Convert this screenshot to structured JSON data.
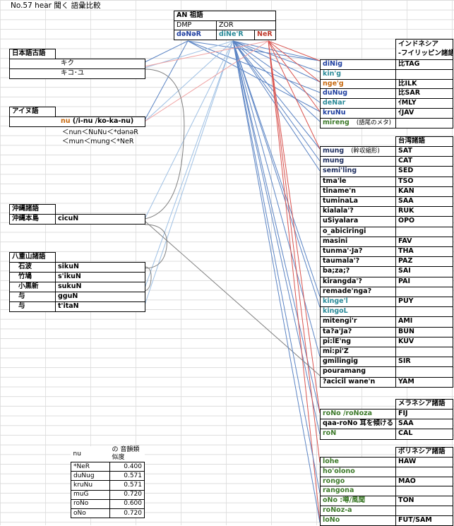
{
  "title": "No.57 hear 聞く  語彙比較",
  "an": {
    "header": "AN 祖語",
    "dmp": "DMP",
    "zor": "ZOR",
    "r1": "dəNəR",
    "r2": "diNe'R",
    "r3": "NeR"
  },
  "jp_old": {
    "label": "日本語古語",
    "w1": "キク",
    "w2": "キコ･ユ"
  },
  "ainu": {
    "label": "アイヌ語",
    "word_hi": "nu",
    "word_rest": " (/i-nu /ko-ka-nu)",
    "note1": "＜nun＜NuNu＜*dənəR",
    "note2": "＜mun＜mung＜*NeR"
  },
  "okinawa": {
    "label": "沖縄諸語",
    "place": "沖縄本島",
    "word": "cicuN"
  },
  "yaeyama": {
    "label": "八重山諸語",
    "rows": [
      {
        "place": "石波",
        "word": "sikuN"
      },
      {
        "place": "竹鳩",
        "word": "s'ikuN"
      },
      {
        "place": "小黒新",
        "word": "sukuN"
      },
      {
        "place": "与",
        "word": "gguN"
      },
      {
        "place": "与",
        "word": "t'itaN"
      }
    ]
  },
  "indo": {
    "label1": "インドネシア",
    "label2": "-フイリッピン諸語",
    "rows": [
      {
        "w": "diNig",
        "code": "比TAG",
        "color": "blue"
      },
      {
        "w": "kin'g",
        "code": "",
        "color": "teal"
      },
      {
        "w": "nge'g",
        "code": "比ILK",
        "color": "orange"
      },
      {
        "w": "duNug",
        "code": "比SAR",
        "color": "blue"
      },
      {
        "w": "deNar",
        "code": "ｲMLY",
        "color": "teal"
      },
      {
        "w": "kruNu",
        "code": "ｲJAV",
        "color": "blue"
      },
      {
        "w": "mireng",
        "code": "",
        "color": "green",
        "note": "(語尾のメタ)"
      }
    ]
  },
  "taiwan": {
    "label": "台湾諸語",
    "rows": [
      {
        "w": "mung",
        "code": "SAT",
        "color": "navy",
        "note": "(幹収縮形)"
      },
      {
        "w": "mung",
        "code": "CAT",
        "color": "navy"
      },
      {
        "w": "semi'ling",
        "code": "SED",
        "color": "navy"
      },
      {
        "w": "tma'le",
        "code": "TSO"
      },
      {
        "w": "tiname'n",
        "code": "KAN"
      },
      {
        "w": "tuminaLa",
        "code": "SAA"
      },
      {
        "w": "kialala'?",
        "code": "RUK"
      },
      {
        "w": "uSiyalara",
        "code": "OPO"
      },
      {
        "w": "o_abiciringi",
        "code": ""
      },
      {
        "w": "masini",
        "code": "FAV"
      },
      {
        "w": "tunma'·Ja?",
        "code": "THA"
      },
      {
        "w": "taumala'?",
        "code": "PAZ"
      },
      {
        "w": "ba;za;?",
        "code": "SAI"
      },
      {
        "w": "kirangda'?",
        "code": "PAI"
      },
      {
        "w": "remade'nga?",
        "code": ""
      },
      {
        "w": "kinge'l",
        "code": "PUY",
        "color": "teal"
      },
      {
        "w": "kingoL",
        "code": "",
        "color": "teal"
      },
      {
        "w": "mitengi'r",
        "code": "AMI"
      },
      {
        "w": "ta?a'Ja?",
        "code": "BUN"
      },
      {
        "w": "pi:lE'ng",
        "code": "KUV"
      },
      {
        "w": "mi:pi'Z",
        "code": ""
      },
      {
        "w": "gmilingig",
        "code": "SIR"
      },
      {
        "w": "pouramang",
        "code": ""
      },
      {
        "w": "?acicil wane'n",
        "code": "YAM"
      }
    ]
  },
  "melanesia": {
    "label": "メラネシア諸語",
    "rows": [
      {
        "w": "roNo /roNoza",
        "code": "FIJ",
        "color": "green"
      },
      {
        "w": "qaa-roNo 耳を傾ける",
        "code": "SAA"
      },
      {
        "w": "roN",
        "code": "CAL",
        "color": "green"
      }
    ]
  },
  "polynesia": {
    "label": "ポリネシア諸語",
    "rows": [
      {
        "w": "lohe",
        "code": "HAW",
        "color": "green"
      },
      {
        "w": "ho'olono",
        "code": "",
        "color": "green"
      },
      {
        "w": "rongo",
        "code": "MAO",
        "color": "green"
      },
      {
        "w": "rangona",
        "code": "",
        "color": "green"
      },
      {
        "w": "oNo :噂/風聞",
        "code": "TON",
        "color": "green"
      },
      {
        "w": "roNoz-a",
        "code": "",
        "color": "green"
      },
      {
        "w": "loNo",
        "code": "FUT/SAM",
        "color": "green"
      }
    ]
  },
  "similarity": {
    "h1": "nu",
    "h2": "の 音韻類似度",
    "rows": [
      {
        "k": "*NeR",
        "v": "0.400"
      },
      {
        "k": "duNug",
        "v": "0.571"
      },
      {
        "k": "kruNu",
        "v": "0.571"
      },
      {
        "k": "muG",
        "v": "0.720"
      },
      {
        "k": "roNo",
        "v": "0.600"
      },
      {
        "k": "oNo",
        "v": "0.720"
      }
    ]
  },
  "colors": {
    "blue": "#1f3fa0",
    "teal": "#2a8a98",
    "green": "#3d7a2a",
    "orange": "#c86a10",
    "red": "#c0392b",
    "navy": "#203060",
    "line_blue": "#5b84c4",
    "line_light": "#9ec0e4",
    "line_red": "#d9534f",
    "line_pink": "#f0a0a0",
    "line_gray": "#808080"
  }
}
